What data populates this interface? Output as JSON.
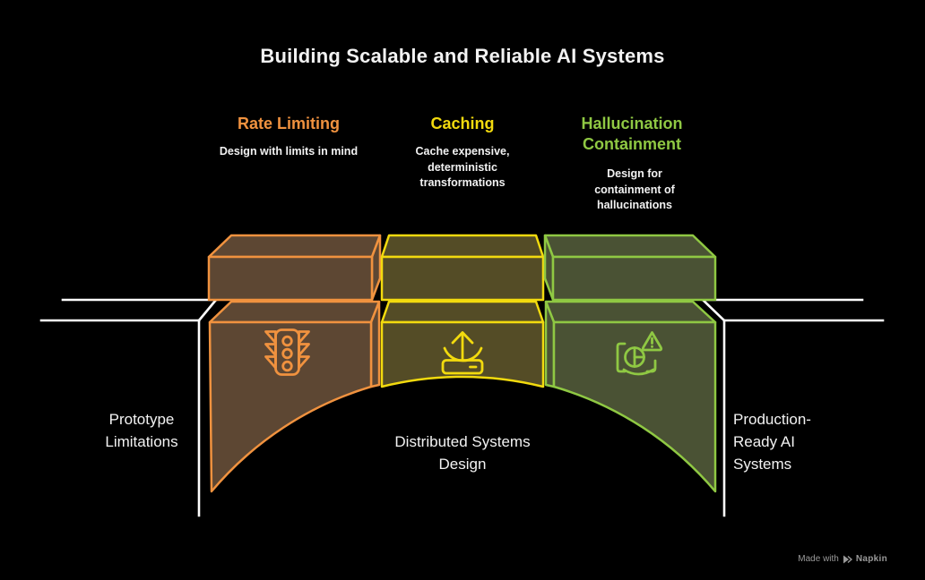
{
  "title": "Building Scalable and Reliable AI Systems",
  "columns": [
    {
      "header": "Rate Limiting",
      "description": "Design with limits in mind",
      "icon": "traffic-light-icon",
      "color": "#F0923F"
    },
    {
      "header": "Caching",
      "description": "Cache expensive, deterministic transformations",
      "icon": "cache-upload-icon",
      "color": "#F2DA0E"
    },
    {
      "header": "Hallucination Containment",
      "description": "Design for containment of hallucinations",
      "icon": "hallucination-warning-icon",
      "color": "#8FC843"
    }
  ],
  "labels": {
    "left": "Prototype Limitations",
    "center": "Distributed Systems Design",
    "right": "Production-Ready AI Systems"
  },
  "watermark": {
    "prefix": "Made with",
    "brand": "Napkin"
  },
  "colors": {
    "bg": "#000000",
    "text": "#F2F2F2",
    "muted": "#9A9A9A",
    "road": "#FFFFFF",
    "orange": "#F0923F",
    "orange-fill": "#5D4733",
    "yellow": "#F2DA0E",
    "yellow-fill": "#544C26",
    "green": "#8FC843",
    "green-fill": "#4A5234"
  }
}
